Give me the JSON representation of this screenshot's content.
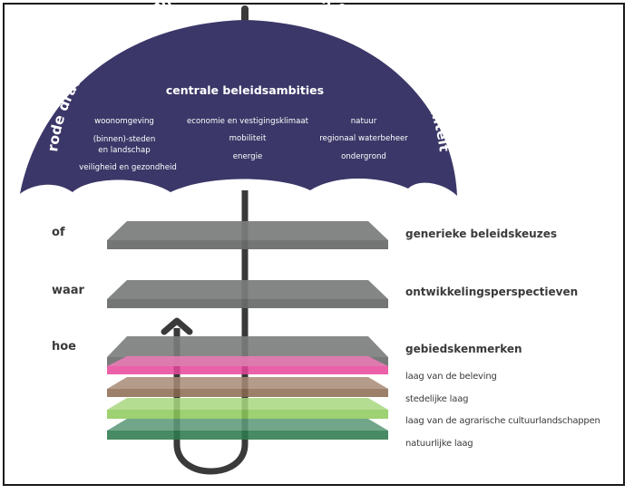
{
  "umbrella": {
    "arc_title": "rode draden: duurzaamheid, sociale kwaliteit en ruimtelijke kwaliteit",
    "ambitions_title": "centrale beleidsambities",
    "ambitions": [
      {
        "text": "woonomgeving"
      },
      {
        "text": "economie en vestigingsklimaat"
      },
      {
        "text": "natuur"
      },
      {
        "text": "(binnen)-steden"
      },
      {
        "text": "en landschap"
      },
      {
        "text": "mobiliteit"
      },
      {
        "text": "regionaal waterbeheer"
      },
      {
        "text": "energie"
      },
      {
        "text": "ondergrond"
      },
      {
        "text": "veiligheid en gezondheid"
      }
    ],
    "canopy_color": "#3b3768",
    "pole_color": "#3a3a3a"
  },
  "levels": [
    {
      "question": "of",
      "label": "generieke beleidskeuzes"
    },
    {
      "question": "waar",
      "label": "ontwikkelingsperspectieven"
    },
    {
      "question": "hoe",
      "label": "gebiedskenmerken"
    }
  ],
  "layers": [
    {
      "label": "laag van de beleving",
      "color": "#e8469a"
    },
    {
      "label": "stedelijke laag",
      "color": "#8c6a4f"
    },
    {
      "label": "laag van de agrarische cultuurlandschappen",
      "color": "#8cc95a"
    },
    {
      "label": "natuurlijke laag",
      "color": "#2f7a4f"
    }
  ],
  "slab_color": "#7b7d7d"
}
